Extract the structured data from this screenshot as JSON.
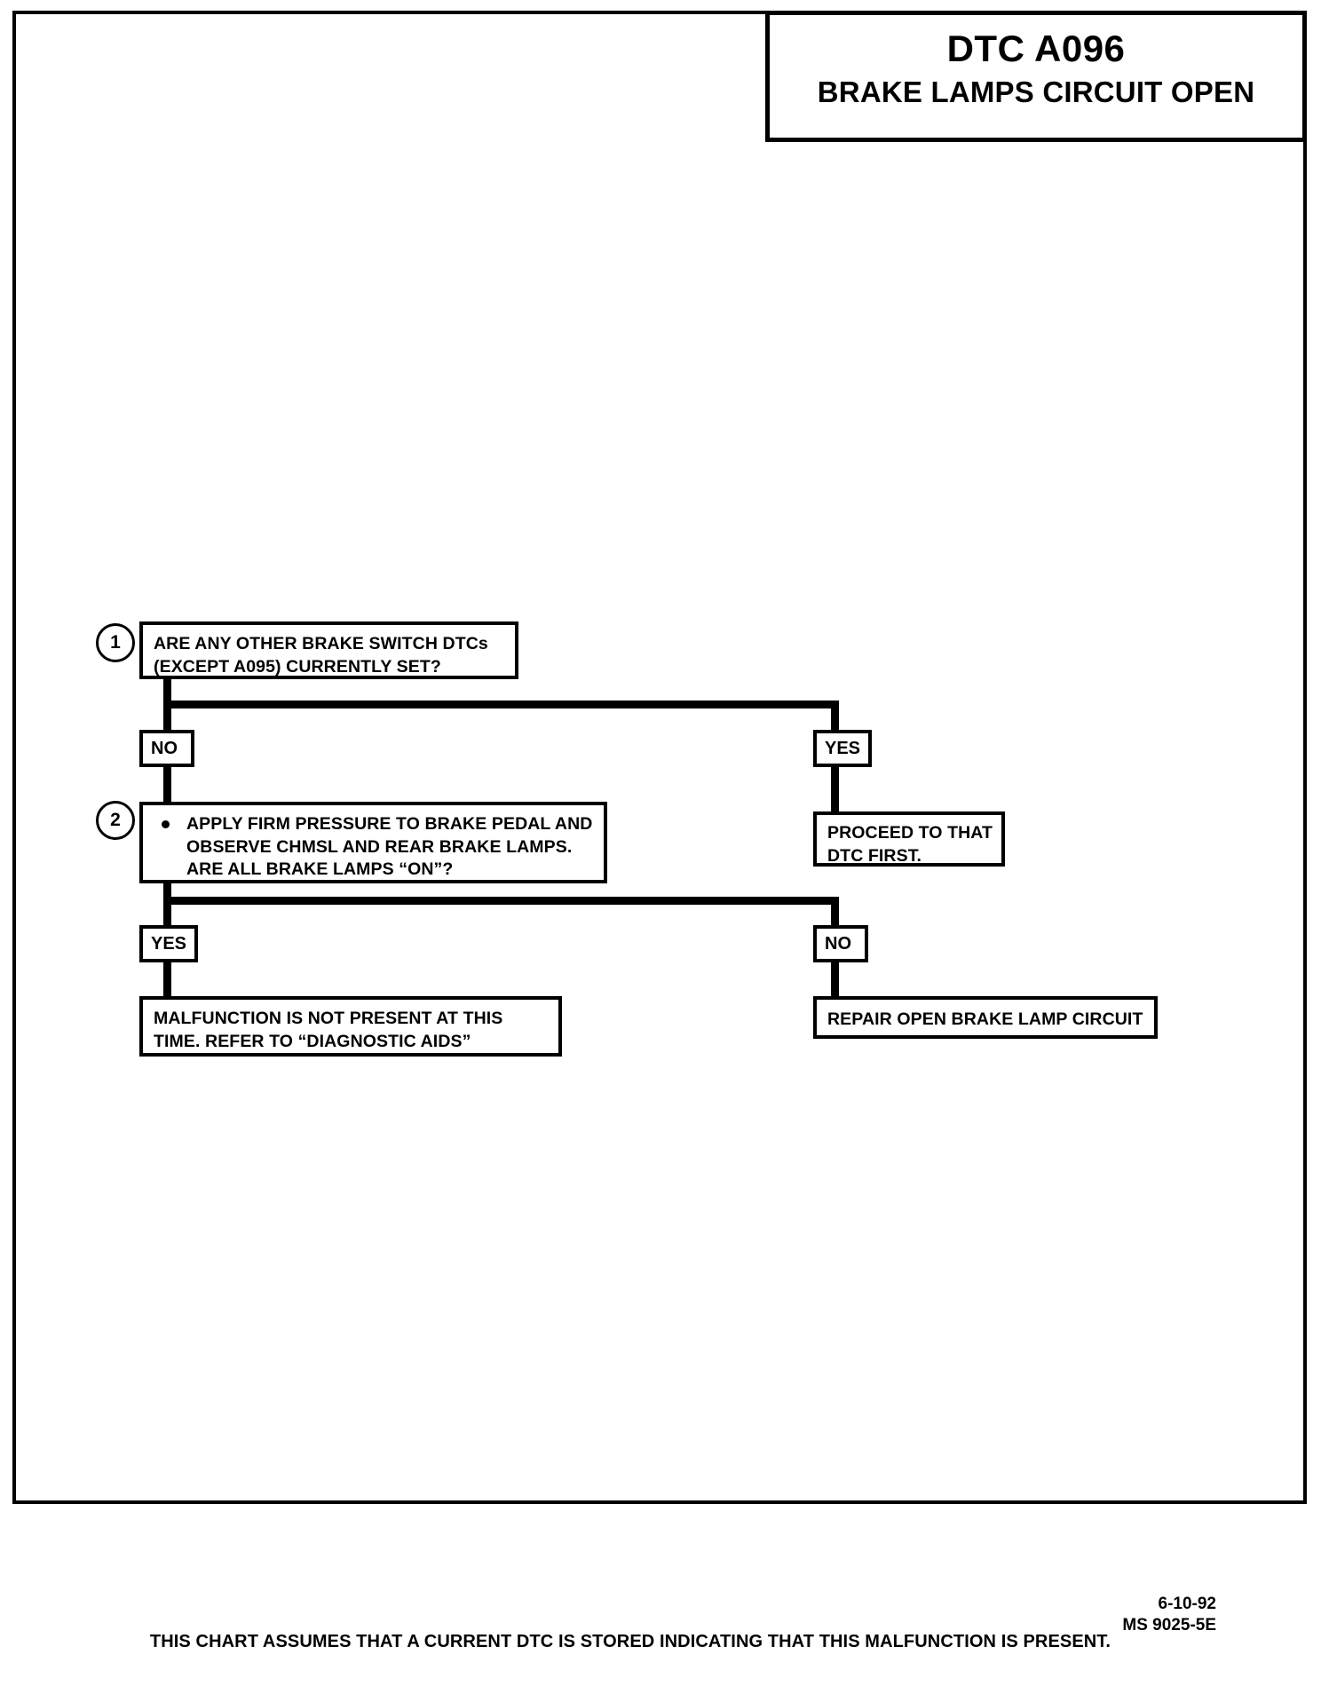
{
  "header": {
    "dtc_code": "DTC A096",
    "fault_title": "BRAKE LAMPS CIRCUIT OPEN"
  },
  "flowchart": {
    "type": "diagnostic-flowchart",
    "steps": [
      {
        "number": "1",
        "question": "ARE ANY OTHER BRAKE SWITCH DTCs\n(EXCEPT A095) CURRENTLY SET?",
        "branch_left_label": "NO",
        "branch_right_label": "YES"
      },
      {
        "number": "2",
        "question": "APPLY FIRM PRESSURE TO BRAKE PEDAL AND\nOBSERVE CHMSL AND REAR BRAKE LAMPS.\nARE ALL BRAKE LAMPS “ON”?",
        "branch_left_label": "YES",
        "branch_right_label": "NO"
      }
    ],
    "outcomes": {
      "proceed": "PROCEED TO THAT\nDTC FIRST.",
      "malfunction": "MALFUNCTION IS NOT PRESENT AT THIS\nTIME.  REFER TO “DIAGNOSTIC AIDS”",
      "repair": "REPAIR OPEN BRAKE LAMP CIRCUIT"
    }
  },
  "footer": {
    "note": "THIS CHART ASSUMES THAT A CURRENT DTC IS STORED INDICATING THAT THIS MALFUNCTION IS PRESENT.",
    "date": "6-10-92",
    "document_id": "MS 9025-5E"
  }
}
